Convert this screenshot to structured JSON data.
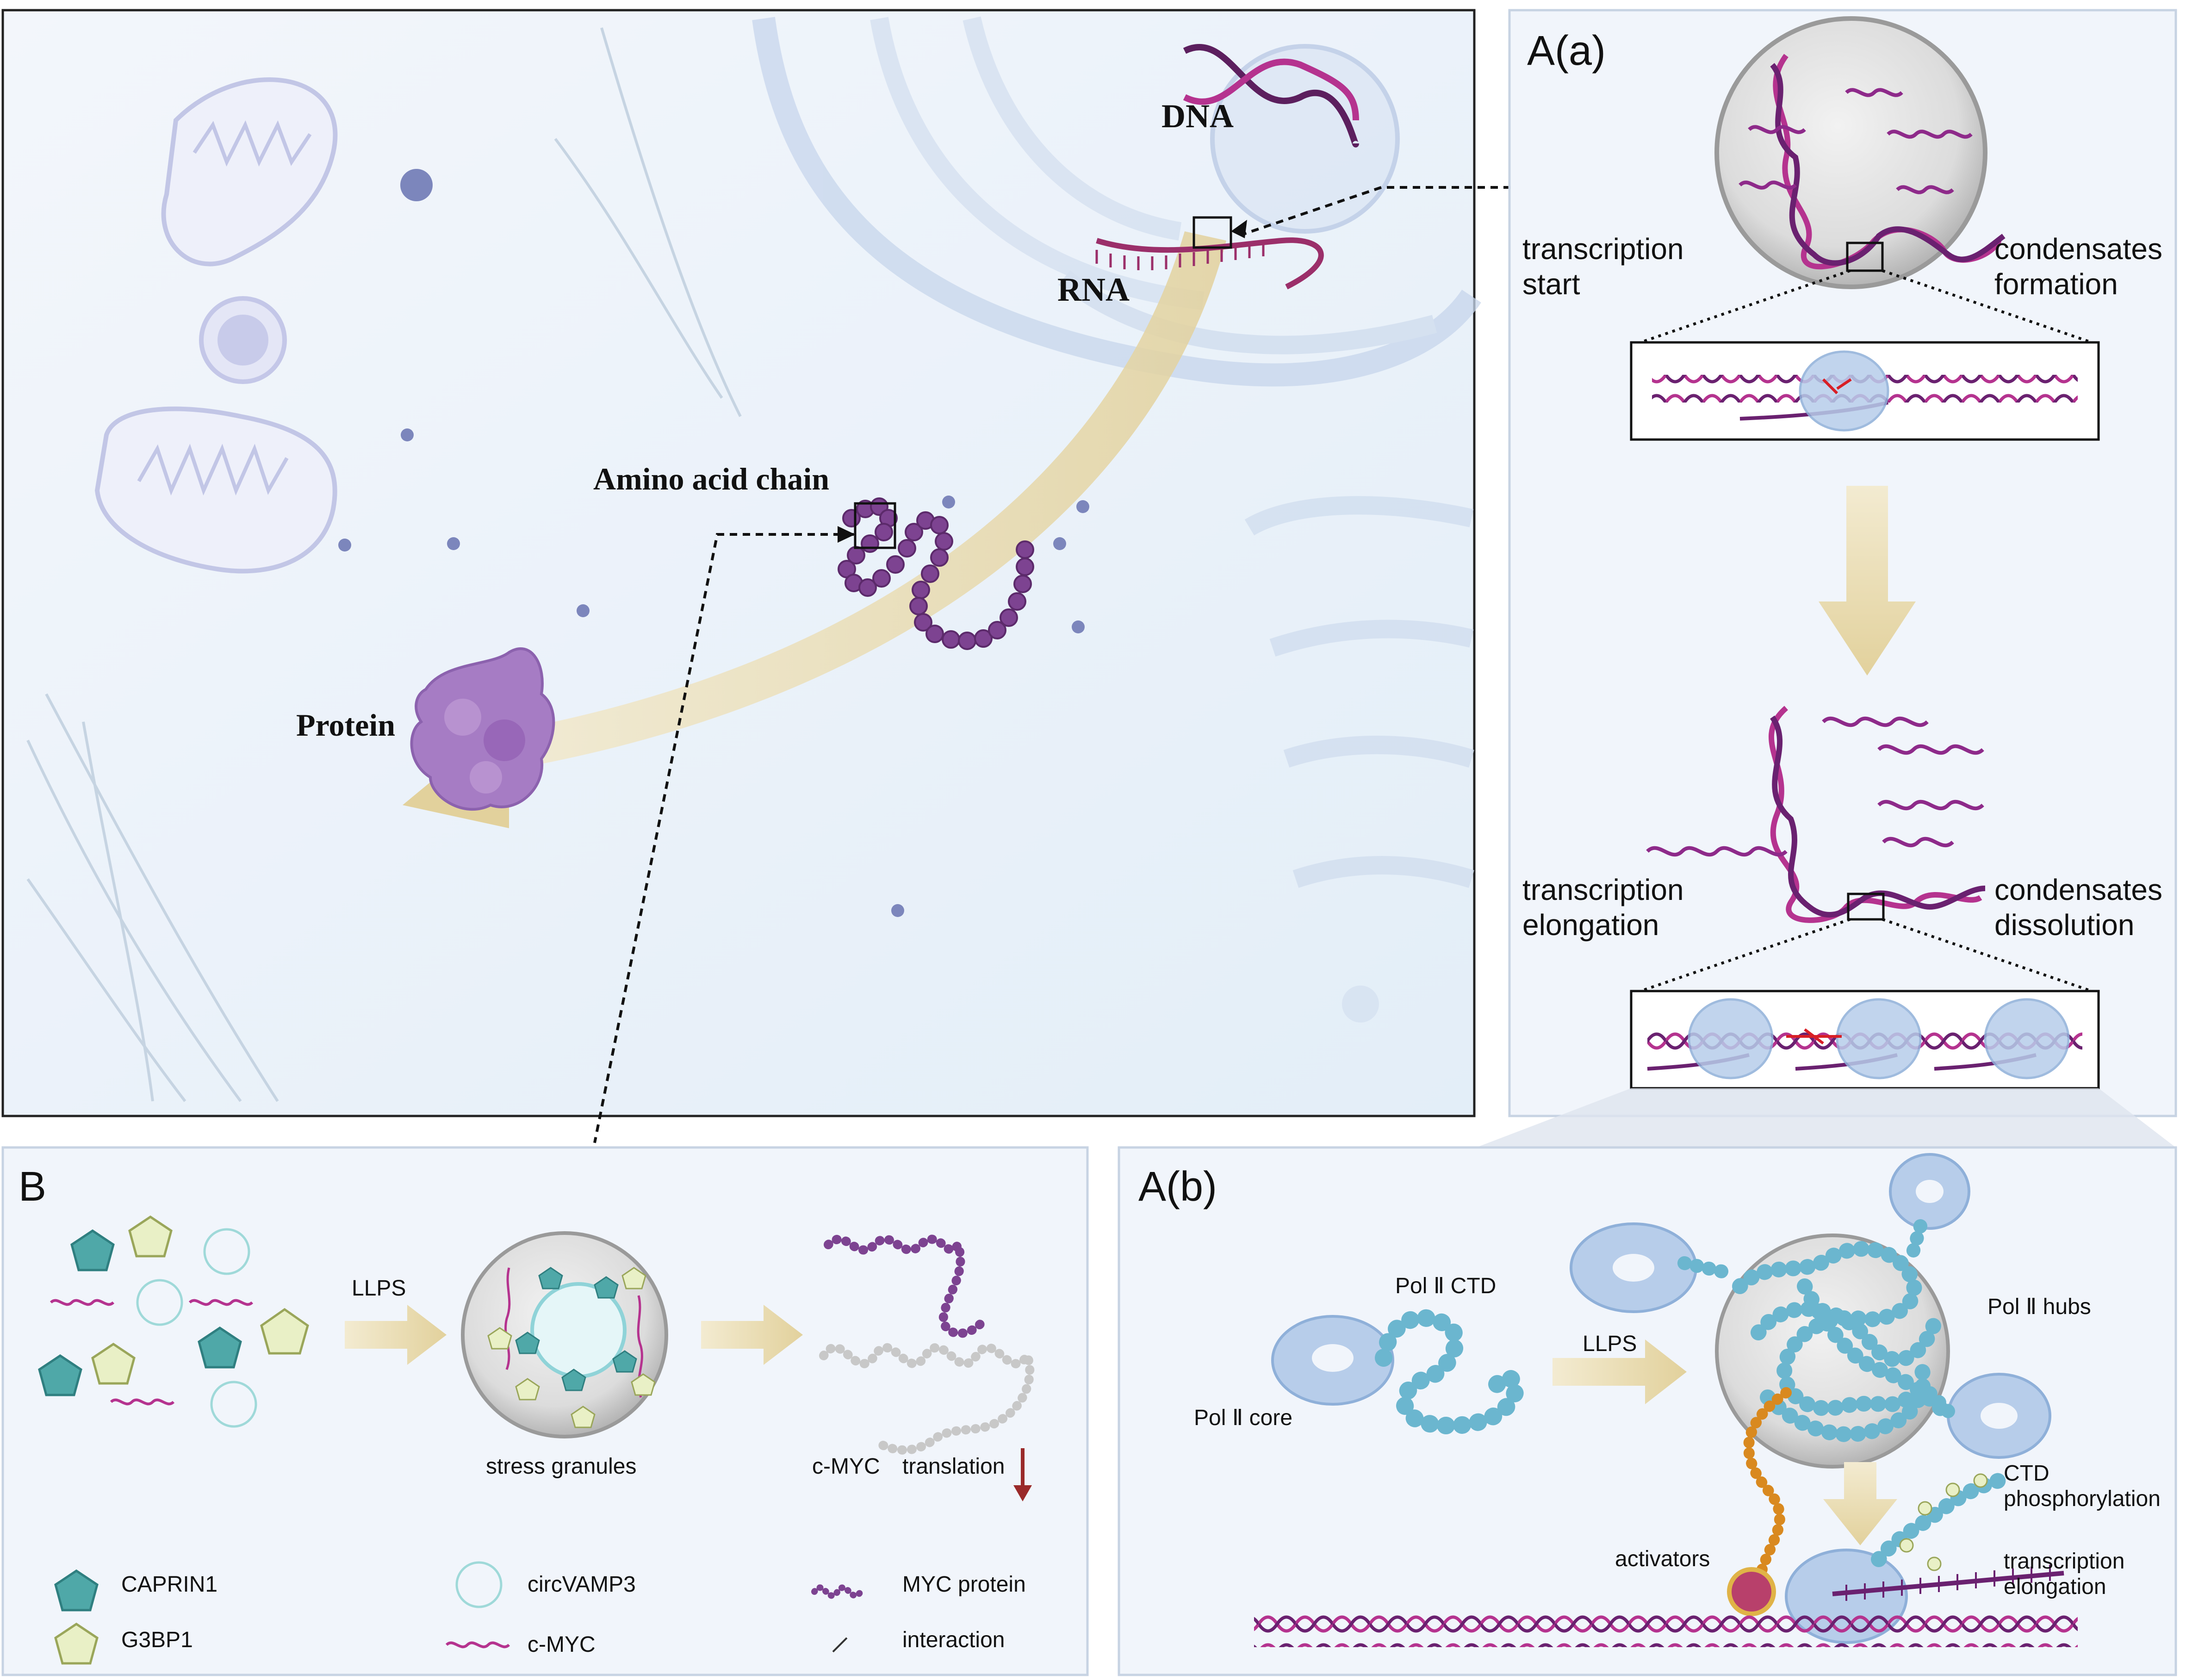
{
  "top_panel": {
    "labels": {
      "dna": "DNA",
      "rna": "RNA",
      "amino_acid_chain": "Amino acid chain",
      "protein": "Protein"
    }
  },
  "panel_a_a": {
    "title": "A(a)",
    "left_label_1_line1": "transcription",
    "left_label_1_line2": "start",
    "right_label_1_line1": "condensates",
    "right_label_1_line2": "formation",
    "left_label_2_line1": "transcription",
    "left_label_2_line2": "elongation",
    "right_label_2_line1": "condensates",
    "right_label_2_line2": "dissolution"
  },
  "panel_b": {
    "title": "B",
    "llps": "LLPS",
    "stress_granules": "stress granules",
    "c_myc": "c-MYC",
    "translation": "translation",
    "legend": {
      "caprin1": "CAPRIN1",
      "g3bp1": "G3BP1",
      "circvamp3": "circVAMP3",
      "c_myc": "c-MYC",
      "myc_protein": "MYC protein",
      "interaction": "interaction"
    }
  },
  "panel_a_b": {
    "title": "A(b)",
    "pol_ctd": "Pol Ⅱ CTD",
    "pol_core": "Pol Ⅱ core",
    "llps": "LLPS",
    "pol_hubs": "Pol Ⅱ hubs",
    "ctd_line1": "CTD",
    "ctd_line2": "phosphorylation",
    "activators": "activators",
    "elong_line1": "transcription",
    "elong_line2": "elongation"
  },
  "colors": {
    "dna_magenta": "#b5338f",
    "dna_purple": "#5c1f5e",
    "protein_purple": "#9a6bb8",
    "bead_purple": "#7d4391",
    "bead_blue": "#6bb6cf",
    "pol_blue": "#b7cdea",
    "arrow_tan": "#e6d7a8",
    "cyan": "#4fa8a8"
  }
}
